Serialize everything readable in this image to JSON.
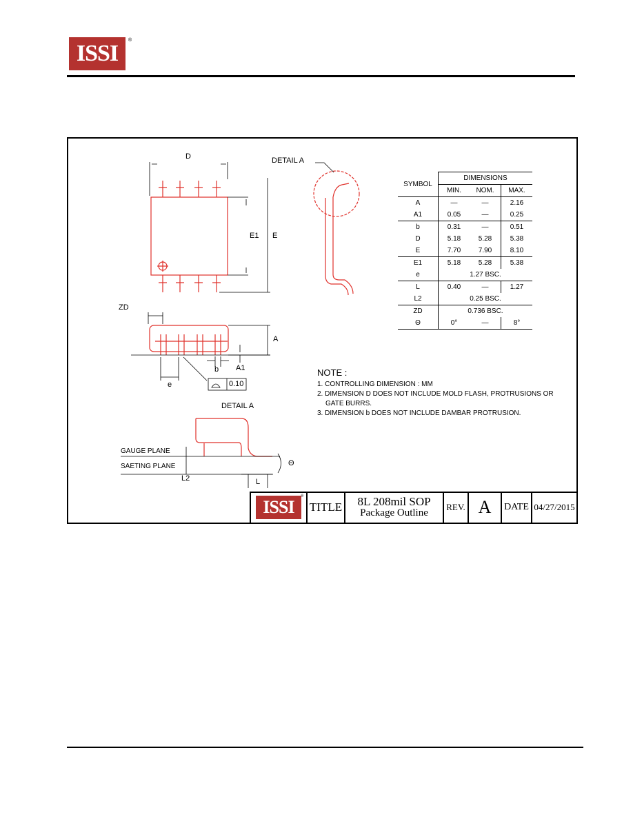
{
  "header": {
    "logo_text": "ISSI",
    "registered": "®"
  },
  "drawing": {
    "labels": {
      "D": "D",
      "E1": "E1",
      "E": "E",
      "detail_a_top": "DETAIL A",
      "ZD": "ZD",
      "A": "A",
      "b": "b",
      "A1": "A1",
      "e": "e",
      "flatness": "0.10",
      "detail_a": "DETAIL A",
      "gauge_plane": "GAUGE PLANE",
      "seating_plane": "SAETING PLANE",
      "L2": "L2",
      "L": "L",
      "theta": "Θ"
    },
    "table": {
      "symbol_header": "SYMBOL",
      "dimensions_header": "DIMENSIONS",
      "min": "MIN.",
      "nom": "NOM.",
      "max": "MAX.",
      "rows": [
        {
          "sym": "A",
          "min": "—",
          "nom": "—",
          "max": "2.16"
        },
        {
          "sym": "A1",
          "min": "0.05",
          "nom": "—",
          "max": "0.25"
        },
        {
          "sym": "b",
          "min": "0.31",
          "nom": "—",
          "max": "0.51"
        },
        {
          "sym": "D",
          "min": "5.18",
          "nom": "5.28",
          "max": "5.38"
        },
        {
          "sym": "E",
          "min": "7.70",
          "nom": "7.90",
          "max": "8.10"
        },
        {
          "sym": "E1",
          "min": "5.18",
          "nom": "5.28",
          "max": "5.38"
        },
        {
          "sym": "e",
          "span": "1.27 BSC."
        },
        {
          "sym": "L",
          "min": "0.40",
          "nom": "—",
          "max": "1.27"
        },
        {
          "sym": "L2",
          "span": "0.25 BSC."
        },
        {
          "sym": "ZD",
          "span": "0.736 BSC."
        },
        {
          "sym": "Θ",
          "min": "0°",
          "nom": "—",
          "max": "8°"
        }
      ]
    },
    "notes": {
      "title": "NOTE :",
      "lines": [
        "1. CONTROLLING DIMENSION : MM",
        "2. DIMENSION D DOES NOT INCLUDE MOLD FLASH, PROTRUSIONS OR",
        "GATE BURRS.",
        "3. DIMENSION b DOES NOT INCLUDE DAMBAR PROTRUSION."
      ]
    },
    "title_block": {
      "logo_text": "ISSI",
      "registered": "®",
      "title_label": "TITLE",
      "title_line1": "8L 208mil SOP",
      "title_line2": "Package  Outline",
      "rev_label": "REV.",
      "rev_value": "A",
      "date_label": "DATE",
      "date_value": "04/27/2015"
    }
  },
  "colors": {
    "brand_red": "#b4322f",
    "drawing_red": "#e0302a"
  }
}
